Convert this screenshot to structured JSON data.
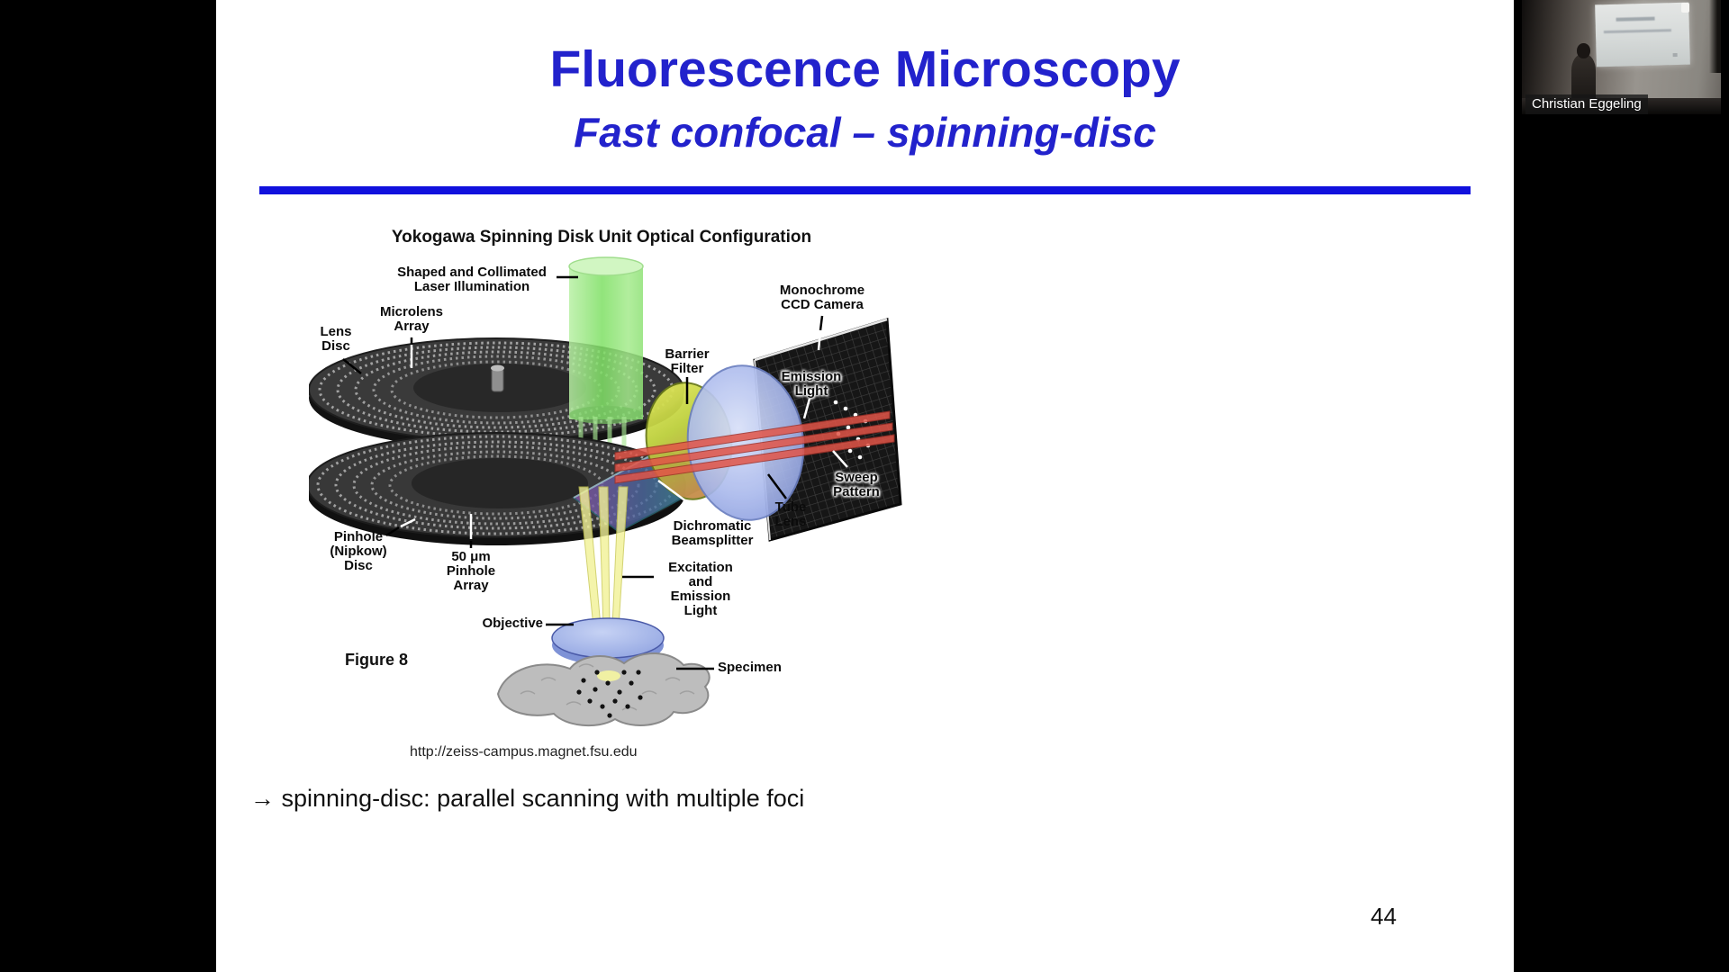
{
  "slide": {
    "title": "Fluorescence Microscopy",
    "subtitle": "Fast confocal – spinning-disc",
    "source_url": "http://zeiss-campus.magnet.fsu.edu",
    "takeaway": "→ spinning-disc: parallel scanning with multiple foci",
    "page_number": "44"
  },
  "figure": {
    "title": "Yokogawa Spinning Disk Unit Optical Configuration",
    "caption": "Figure 8",
    "labels": {
      "laser": "Shaped and Collimated\nLaser Illumination",
      "microlens_array": "Microlens\nArray",
      "lens_disc": "Lens\nDisc",
      "barrier_filter": "Barrier\nFilter",
      "ccd_camera": "Monochrome\nCCD Camera",
      "emission_light": "Emission\nLight",
      "sweep_pattern": "Sweep\nPattern",
      "tube_lens": "Tube\nLens",
      "dichromatic_beamsplitter": "Dichromatic\nBeamsplitter",
      "pinhole_disc": "Pinhole\n(Nipkow)\nDisc",
      "pinhole_array": "50 μm\nPinhole\nArray",
      "excitation_emission": "Excitation\nand\nEmission\nLight",
      "objective": "Objective",
      "specimen": "Specimen"
    }
  },
  "video": {
    "speaker_name": "Christian Eggeling"
  },
  "colors": {
    "title_blue": "#2222cc",
    "divider_blue": "#1111dd",
    "slide_background": "#ffffff",
    "stage_background": "#000000"
  }
}
